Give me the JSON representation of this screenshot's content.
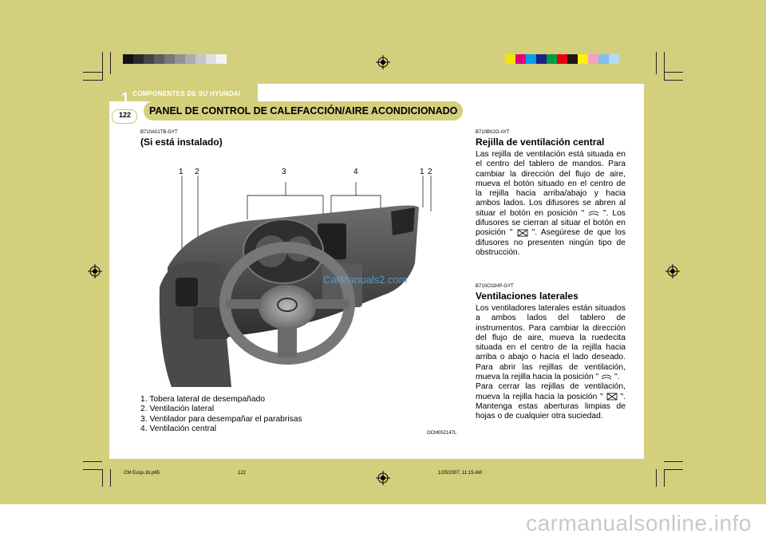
{
  "header": {
    "chapter_number": "1",
    "chapter_title": "COMPONENTES DE SU HYUNDAI",
    "page_number": "122",
    "section_title": "PANEL DE CONTROL DE CALEFACCIÓN/AIRE ACONDICIONADO"
  },
  "left": {
    "code": "B710A01TB-GYT",
    "heading": "(Si está instalado)",
    "callouts": [
      "1",
      "2",
      "3",
      "4",
      "1",
      "2"
    ],
    "figure_code": "OCM052147L",
    "list": [
      "1. Tobera lateral de desempañado",
      "2. Ventilación lateral",
      "3. Ventilador para desempañar el parabrisas",
      "4. Ventilación central"
    ]
  },
  "right": {
    "sec1": {
      "code": "B710B02O-AYT",
      "heading": "Rejilla de ventilación central",
      "line_a": "Las rejilla de ventilación está situada en el centro del tablero de mandos. Para cambiar la dirección del flujo de aire, mueva el botón situado en el centro de la rejilla hacia arriba/abajo y hacia ambos lados. Los difusores se abren al situar el botón en posición",
      "line_b": "\"",
      "line_c": "\". Los difusores se cierran al situar el botón en posición \"",
      "line_d": "\". Asegúrese de que los difusores no presenten ningún tipo de obstrucción."
    },
    "sec2": {
      "code": "B710C02HP-GYT",
      "heading": "Ventilaciones laterales",
      "line_a": "Los ventiladores laterales están situados a ambos lados del tablero de instrumentos. Para cambiar la dirección del flujo de aire, mueva la ruedecita situada en el centro de la rejilla hacia arriba o abajo o hacia el lado deseado. Para abrir las rejillas de ventilación, mueva la rejilla hacia la posición \"",
      "line_b": "\".",
      "line_c": "Para cerrar las rejillas de ventilación, mueva la rejilla hacia la posición \"",
      "line_d": "\". Mantenga estas aberturas limpias de hojas o de cualquier otra suciedad."
    }
  },
  "watermark": "CarManuals2.com",
  "print_meta": {
    "file": "CM Eusp-1b.p65",
    "page": "122",
    "date": "1/25/2007, 11:15 AM"
  },
  "footer_watermark": "carmanualsonline.info",
  "colors": {
    "background": "#d3cf7d",
    "gray_bar": [
      "#111111",
      "#2a2a2a",
      "#444444",
      "#5e5e5e",
      "#787878",
      "#929292",
      "#acacac",
      "#c6c6c6",
      "#e0e0e0",
      "#f4f4f4"
    ],
    "color_bar": [
      "#f2e600",
      "#e4007f",
      "#00a0e9",
      "#1d2088",
      "#009944",
      "#e60012",
      "#231815",
      "#fff100",
      "#f5a0c0",
      "#7fbfe8",
      "#b7d9f2"
    ]
  }
}
